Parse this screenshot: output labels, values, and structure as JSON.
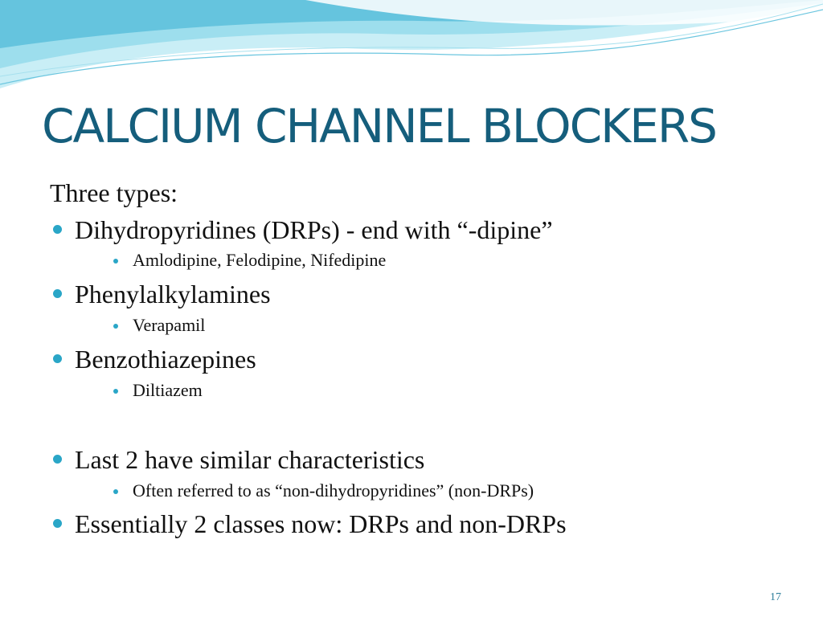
{
  "slide": {
    "title": "CALCIUM CHANNEL BLOCKERS",
    "intro": "Three types:",
    "bullets": [
      {
        "text": "Dihydropyridines (DRPs) - end with “-dipine”",
        "sub": [
          "Amlodipine, Felodipine, Nifedipine"
        ]
      },
      {
        "text": "Phenylalkylamines",
        "sub": [
          "Verapamil"
        ]
      },
      {
        "text": "Benzothiazepines",
        "sub": [
          "Diltiazem"
        ]
      },
      {
        "text": "Last 2 have similar characteristics",
        "sub": [
          "Often referred to as “non-dihydropyridines”  (non-DRPs)"
        ]
      },
      {
        "text": "Essentially 2 classes now: DRPs and non-DRPs",
        "sub": []
      }
    ],
    "slide_number": "17"
  },
  "colors": {
    "title": "#155e7c",
    "bullet": "#2aa6c7",
    "wave_light": "#c9eef6",
    "wave_mid": "#8ed8ea",
    "wave_dark": "#3fb3d3"
  }
}
